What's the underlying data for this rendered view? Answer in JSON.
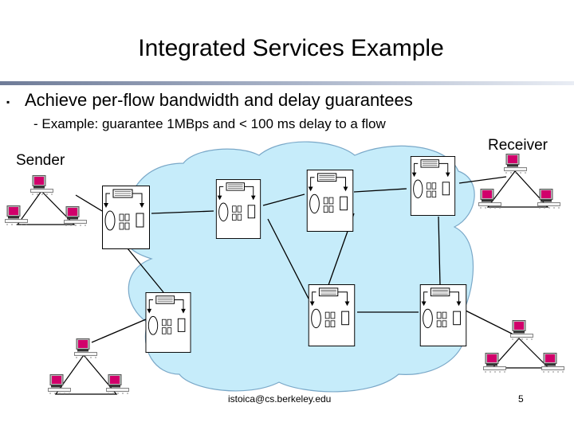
{
  "slide": {
    "title": "Integrated Services Example",
    "bullet": "Achieve  per-flow bandwidth and delay guarantees",
    "sub_bullet": "-  Example: guarantee 1MBps and < 100 ms delay to a flow",
    "labels": {
      "sender": "Sender",
      "receiver": "Receiver"
    },
    "footer": {
      "email": "istoica@cs.berkeley.edu",
      "page_number": "5"
    }
  },
  "icons": {
    "bullet": "square-bullet-icon",
    "host": "computer-host-icon",
    "router": "router-icon"
  },
  "colors": {
    "cloud_fill": "#c6ecfa",
    "cloud_stroke": "#7aa8c8",
    "monitor": "#d1006b",
    "router_fill": "#ffffff"
  }
}
